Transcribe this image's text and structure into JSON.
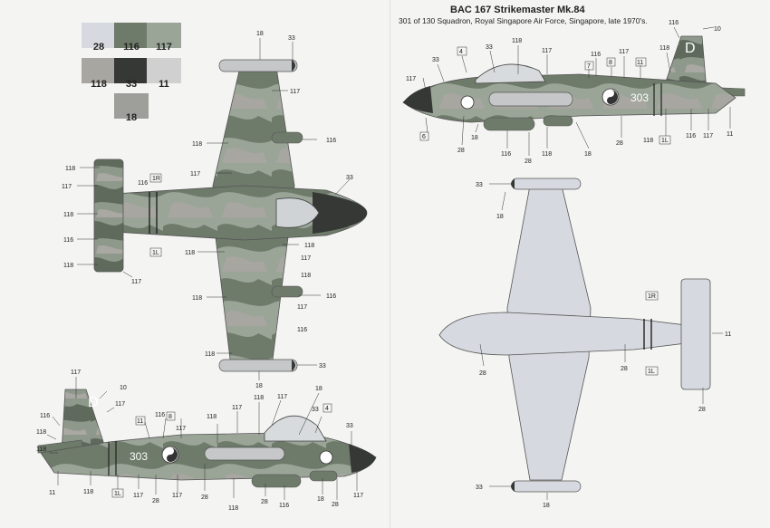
{
  "title": "BAC 167 Strikemaster Mk.84",
  "subtitle": "301 of 130 Squadron, Royal Singapore Air Force, Singapore, late 1970's.",
  "swatches": [
    {
      "code": "28",
      "color": "#d6d9df"
    },
    {
      "code": "116",
      "color": "#6e7a6a"
    },
    {
      "code": "117",
      "color": "#9aa598"
    },
    {
      "code": "118",
      "color": "#a8a6a1"
    },
    {
      "code": "33",
      "color": "#363836"
    },
    {
      "code": "11",
      "color": "#d0d0d0"
    },
    {
      "code": "18",
      "color": "#9e9e9b"
    }
  ],
  "markings": {
    "code_letter": "D",
    "serial": "303"
  },
  "callouts": {
    "c28": "28",
    "c116": "116",
    "c117": "117",
    "c118": "118",
    "c33": "33",
    "c11": "11",
    "c18": "18",
    "c10": "10",
    "c6": "6",
    "c7": "7",
    "c4": "4",
    "c8": "8",
    "c1R": "1R",
    "c1L": "1L"
  }
}
